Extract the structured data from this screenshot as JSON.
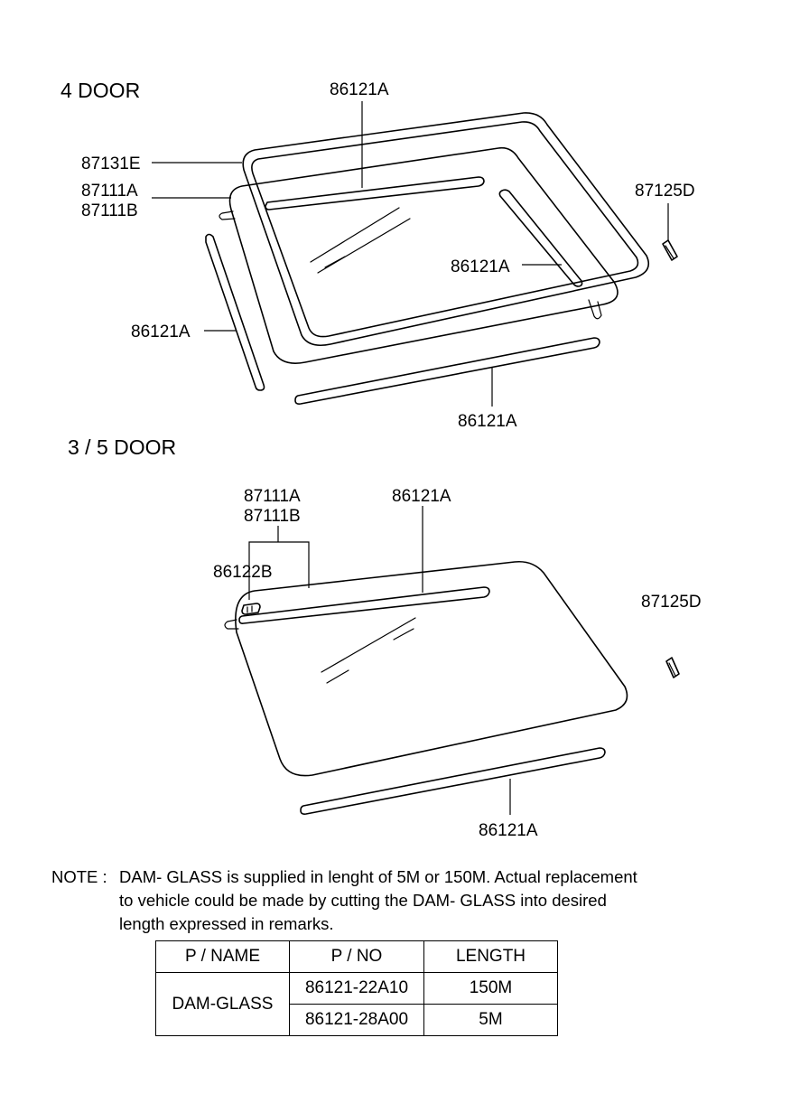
{
  "sections": {
    "four_door": "4 DOOR",
    "three_five_door": "3 / 5 DOOR"
  },
  "labels": {
    "top_86121A_top": "86121A",
    "top_87131E": "87131E",
    "top_87111A": "87111A",
    "top_87111B": "87111B",
    "top_87125D": "87125D",
    "top_86121A_right": "86121A",
    "top_86121A_left": "86121A",
    "top_86121A_bottom": "86121A",
    "bot_87111A": "87111A",
    "bot_87111B": "87111B",
    "bot_86121A_top": "86121A",
    "bot_86122B": "86122B",
    "bot_87125D": "87125D",
    "bot_86121A_bottom": "86121A"
  },
  "note": {
    "label": "NOTE : ",
    "line1": "DAM- GLASS is supplied in lenght of 5M or 150M. Actual replacement",
    "line2": "to vehicle could be made by cutting the DAM- GLASS into desired",
    "line3": "length expressed in remarks."
  },
  "table": {
    "headers": [
      "P / NAME",
      "P / NO",
      "LENGTH"
    ],
    "name": "DAM-GLASS",
    "rows": [
      {
        "part_no": "86121-22A10",
        "length": "150M"
      },
      {
        "part_no": "86121-28A00",
        "length": "5M"
      }
    ]
  }
}
